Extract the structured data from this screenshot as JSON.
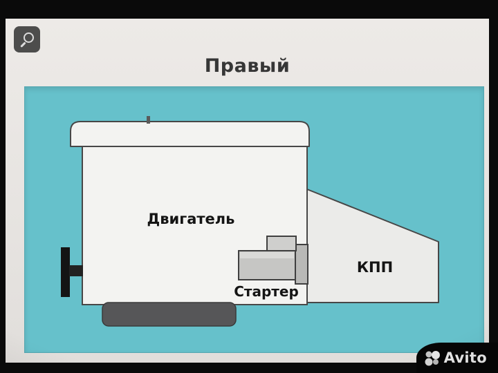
{
  "page": {
    "title": "Правый"
  },
  "zoom_button": {
    "icon": "magnifier"
  },
  "diagram": {
    "labels": {
      "engine": "Двигатель",
      "gearbox": "КПП",
      "starter": "Стартер"
    },
    "background_color": "#66c1cb",
    "shape_fill": "#f3f3f1",
    "shape_outline": "#474747"
  },
  "watermark": {
    "text": "Avito"
  }
}
